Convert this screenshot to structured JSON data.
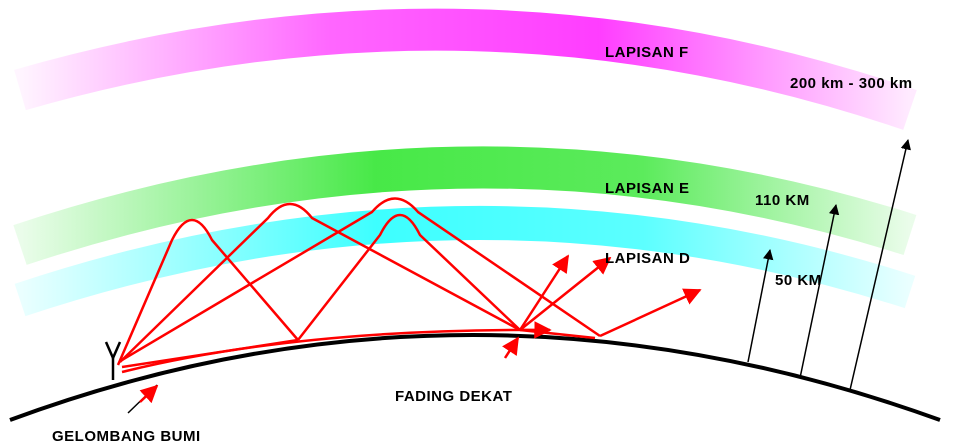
{
  "layers": {
    "f": {
      "label": "LAPISAN F",
      "color": "#ff33ff"
    },
    "e": {
      "label": "LAPISAN E",
      "color": "#33e633"
    },
    "d": {
      "label": "LAPISAN D",
      "color": "#33ffff"
    }
  },
  "heights": {
    "f": "200 km - 300 km",
    "e": "110 KM",
    "d": "50 KM"
  },
  "labels": {
    "fading": "FADING DEKAT",
    "ground": "GELOMBANG BUMI"
  },
  "colors": {
    "ray": "#ff0000",
    "earth": "#000000"
  }
}
